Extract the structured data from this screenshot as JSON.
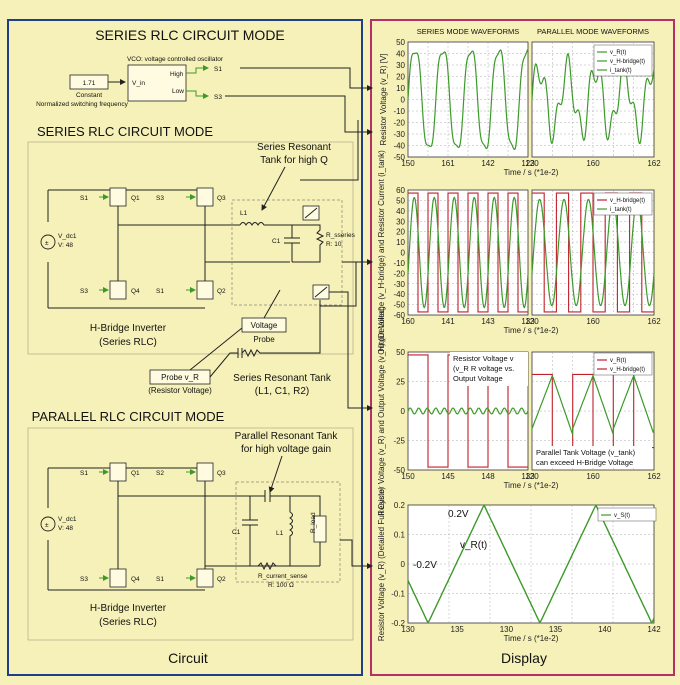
{
  "circuit_panel": {
    "label": "Circuit",
    "series_title_top": "SERIES RLC CIRCUIT MODE",
    "vco": {
      "label": "VCO: voltage controlled oscillator",
      "constant_value": "1.71",
      "constant_label": "Constant",
      "freq_label": "Normalized switching frequency",
      "input": "V_in",
      "high": "High",
      "low": "Low",
      "out1": "S1",
      "out2": "S3"
    },
    "series": {
      "title": "SERIES RLC CIRCUIT MODE",
      "source_name": "V_dc1",
      "source_value": "V: 48",
      "switches": [
        {
          "gate": "S1",
          "name": "Q1"
        },
        {
          "gate": "S3",
          "name": "Q3"
        },
        {
          "gate": "S3",
          "name": "Q4"
        },
        {
          "gate": "S1",
          "name": "Q2"
        }
      ],
      "inductor": "L1",
      "capacitor": "C1",
      "resistor_name": "R_sseries",
      "resistor_value": "R: 10",
      "tank_note_line1": "Series Resonant",
      "tank_note_line2": "Tank for high Q",
      "voltage_probe_line1": "Voltage",
      "voltage_probe_line2": "Probe",
      "probe_vr_line1": "Probe v_R",
      "probe_vr_line2": "(Resistor Voltage)",
      "tank_label_line1": "Series Resonant Tank",
      "tank_label_line2": "(L1, C1, R2)",
      "inverter_line1": "H-Bridge Inverter",
      "inverter_line2": "(Series RLC)"
    },
    "parallel": {
      "title": "PARALLEL RLC CIRCUIT MODE",
      "note_line1": "Parallel Resonant Tank",
      "note_line2": "for high voltage gain",
      "source_name": "V_dc1",
      "source_value": "V: 48",
      "switches": [
        {
          "gate": "S1",
          "name": "Q1"
        },
        {
          "gate": "S2",
          "name": "Q3"
        },
        {
          "gate": "S3",
          "name": "Q4"
        },
        {
          "gate": "S1",
          "name": "Q2"
        }
      ],
      "capacitor": "C1",
      "inductor": "L1",
      "load": "R_load",
      "sense_name": "R_current_sense",
      "sense_value": "R: 100 Ω",
      "inverter_line1": "H-Bridge Inverter",
      "inverter_line2": "(Series RLC)"
    }
  },
  "display_panel": {
    "label": "Display",
    "plot1": {
      "title_left": "SERIES MODE WAVEFORMS",
      "title_right": "PARALLEL MODE WAVEFORMS",
      "ylabel": "Resistor Voltage (v_R) [V]",
      "xlabel": "Time / s (*1e-2)",
      "yticks": [
        "50",
        "40",
        "30",
        "20",
        "10",
        "0",
        "-10",
        "-20",
        "-30",
        "-40",
        "-50"
      ],
      "xticks_left": [
        "150",
        "161",
        "142",
        "123"
      ],
      "xticks_right": [
        "120",
        "160",
        "162"
      ],
      "legend": [
        "v_R(t)",
        "v_H-bridge(t)",
        "i_tank(t)"
      ]
    },
    "plot2": {
      "ylabel": "Output Voltage (v_H-bridge) and Resistor Current (i_tank)",
      "xlabel": "Time / s (*1e-2)",
      "yticks": [
        "60",
        "50",
        "40",
        "30",
        "20",
        "10",
        "0",
        "-10",
        "-20",
        "-30",
        "-40",
        "-50",
        "-60"
      ],
      "xticks_left": [
        "160",
        "141",
        "143",
        "133"
      ],
      "xticks_right": [
        "120",
        "160",
        "162"
      ],
      "legend": [
        "v_H-bridge(t)",
        "i_tank(t)"
      ]
    },
    "plot3": {
      "ylabel": "Resistor Voltage (v_R) and Output Voltage (v_H) (Detailed)",
      "xlabel": "Time / s (*1e-2)",
      "yticks": [
        "50",
        "25",
        "0",
        "-25",
        "-50"
      ],
      "xticks_left": [
        "150",
        "145",
        "148",
        "133"
      ],
      "xticks_right": [
        "120",
        "160",
        "162"
      ],
      "legend": [
        "v_R(t)",
        "v_H-bridge(t)"
      ],
      "annot_left_line1": "Resistor Voltage v",
      "annot_left_line2": "(v_R R voltage vs.",
      "annot_left_line3": "Output Voltage",
      "annot_right_line1": "Parallel Tank Voltage (v_tank)",
      "annot_right_line2": "can exceed H-Bridge Voltage"
    },
    "plot4": {
      "ylabel": "Resistor Voltage (v_R) (Detailed Full Cycle)",
      "xlabel": "Time / s (*1e-2)",
      "yticks": [
        "0.2",
        "0.1",
        "0",
        "-0.1",
        "-0.2"
      ],
      "xticks": [
        "130",
        "135",
        "130",
        "135",
        "140",
        "142"
      ],
      "legend": [
        "v_S(t)"
      ],
      "annot_peak": "0.2V",
      "annot_trough": "-0.2V",
      "annot_curve": "v_R(t)"
    }
  },
  "colors": {
    "background": "#f6f1b8",
    "circuit_border": "#1f3f8a",
    "display_border": "#b5306b",
    "green_signal": "#3d9a2a",
    "red_signal": "#c0202a",
    "plot_bg": "#ffffff"
  }
}
